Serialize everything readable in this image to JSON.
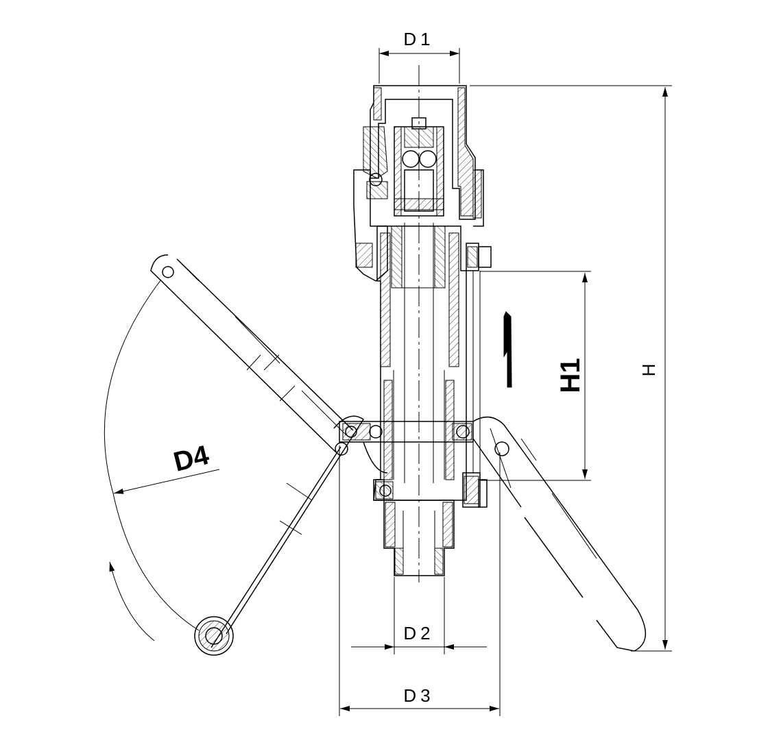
{
  "labels": {
    "d1": "D1",
    "d2": "D2",
    "d3": "D3",
    "d4": "D4",
    "h": "H",
    "h1": "H1"
  },
  "colors": {
    "line": "#000000",
    "background": "#ffffff"
  }
}
